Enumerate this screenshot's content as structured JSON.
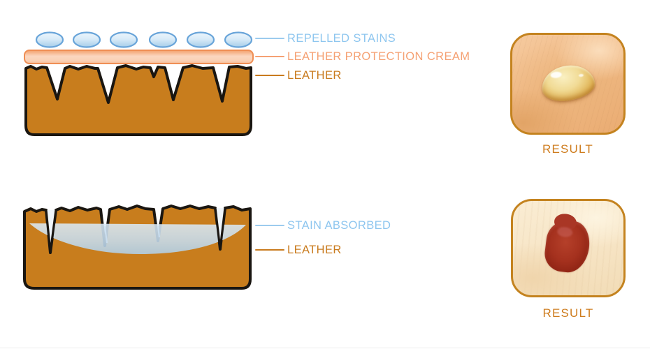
{
  "page": {
    "background": "#FFFFFF",
    "divider_color": "#ECECEC"
  },
  "colors": {
    "leather_fill": "#C87D1D",
    "leather_outline": "#1A1611",
    "cream_border": "#EF8E54",
    "cream_gradient_dark": "#F2A06B",
    "cream_gradient_light": "#FBD7C0",
    "droplet_stroke": "#68A4D9",
    "droplet_fill_light": "#EAF4FB",
    "droplet_fill_dark": "#A6CDE9",
    "absorbed_stain_light": "#DAEAF7",
    "absorbed_stain_dark": "#B5D5EE",
    "label_blue": "#8EC6EF",
    "label_salmon": "#F5A173",
    "label_orange": "#C97B1E",
    "result_text": "#CE7C1E",
    "photo_border": "#C4831F",
    "red_stain": "#A5311E",
    "amber_droplet": "#E2B75A"
  },
  "protected_diagram": {
    "labels": {
      "repelled_stains": "REPELLED STAINS",
      "protection_cream": "LEATHER PROTECTION CREAM",
      "leather": "LEATHER"
    },
    "result_caption": "RESULT"
  },
  "unprotected_diagram": {
    "labels": {
      "stain_absorbed": "STAIN ABSORBED",
      "leather": "LEATHER"
    },
    "result_caption": "RESULT"
  }
}
